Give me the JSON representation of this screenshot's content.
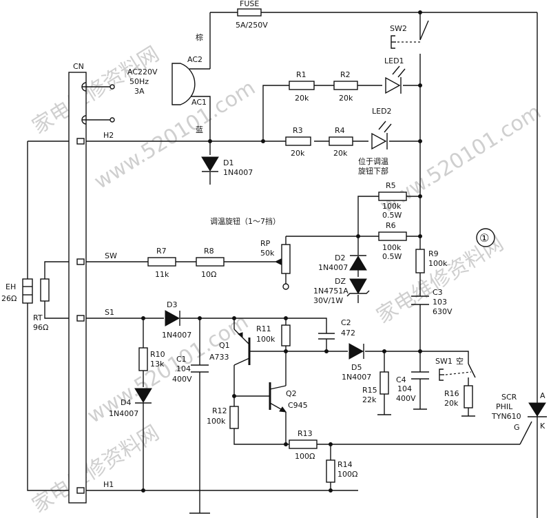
{
  "watermarks": [
    "家电维修资料网",
    "www.520101.com",
    "www.520101.com",
    "家电维修资料网",
    "www.520101.com",
    "家电维修资料网"
  ],
  "circle_mark": "①",
  "connector": {
    "label": "CN",
    "h2": "H2",
    "sw": "SW",
    "s1": "S1",
    "h1": "H1"
  },
  "power": {
    "voltage": "AC220V",
    "freq": "50Hz",
    "current": "3A",
    "ac2": "AC2",
    "ac1": "AC1",
    "brown": "棕",
    "blue": "蓝"
  },
  "fuse": {
    "name": "FUSE",
    "rating": "5A/250V"
  },
  "sw2": "SW2",
  "sw1": {
    "name": "SW1",
    "note": "空"
  },
  "leds": [
    {
      "name": "LED1"
    },
    {
      "name": "LED2"
    }
  ],
  "led2_note": [
    "位于调温",
    "旋钮下部"
  ],
  "knob_note": "调温旋钮（1～7挡）",
  "resistors": {
    "r1": {
      "name": "R1",
      "value": "20k"
    },
    "r2": {
      "name": "R2",
      "value": "20k"
    },
    "r3": {
      "name": "R3",
      "value": "20k"
    },
    "r4": {
      "name": "R4",
      "value": "20k"
    },
    "r5": {
      "name": "R5",
      "value": "100k",
      "power": "0.5W"
    },
    "r6": {
      "name": "R6",
      "value": "100k",
      "power": "0.5W"
    },
    "r7": {
      "name": "R7",
      "value": "11k"
    },
    "r8": {
      "name": "R8",
      "value": "10Ω"
    },
    "r9": {
      "name": "R9",
      "value": "100k"
    },
    "r10": {
      "name": "R10",
      "value": "13k"
    },
    "r11": {
      "name": "R11",
      "value": "100k"
    },
    "r12": {
      "name": "R12",
      "value": "100k"
    },
    "r13": {
      "name": "R13",
      "value": "100Ω"
    },
    "r14": {
      "name": "R14",
      "value": "100Ω"
    },
    "r15": {
      "name": "R15",
      "value": "22k"
    },
    "r16": {
      "name": "R16",
      "value": "20k"
    }
  },
  "rp": {
    "name": "RP",
    "value": "50k"
  },
  "diodes": {
    "d1": {
      "name": "D1",
      "type": "1N4007"
    },
    "d2": {
      "name": "D2",
      "type": "1N4007"
    },
    "d3": {
      "name": "D3",
      "type": "1N4007"
    },
    "d4": {
      "name": "D4",
      "type": "1N4007"
    },
    "d5": {
      "name": "D5",
      "type": "1N4007"
    },
    "dz": {
      "name": "DZ",
      "type": "1N4751A",
      "rating": "30V/1W"
    }
  },
  "caps": {
    "c1": {
      "name": "C1",
      "code": "104",
      "voltage": "400V"
    },
    "c2": {
      "name": "C2",
      "code": "472"
    },
    "c3": {
      "name": "C3",
      "code": "103",
      "voltage": "630V"
    },
    "c4": {
      "name": "C4",
      "code": "104",
      "voltage": "400V"
    }
  },
  "transistors": {
    "q1": {
      "name": "Q1",
      "type": "A733"
    },
    "q2": {
      "name": "Q2",
      "type": "C945"
    }
  },
  "scr": {
    "name": "SCR",
    "brand": "PHIL",
    "type": "TYN610",
    "a": "A",
    "k": "K",
    "g": "G"
  },
  "heater": {
    "name": "EH",
    "value": "26Ω"
  },
  "thermistor": {
    "name": "RT",
    "value": "96Ω"
  }
}
